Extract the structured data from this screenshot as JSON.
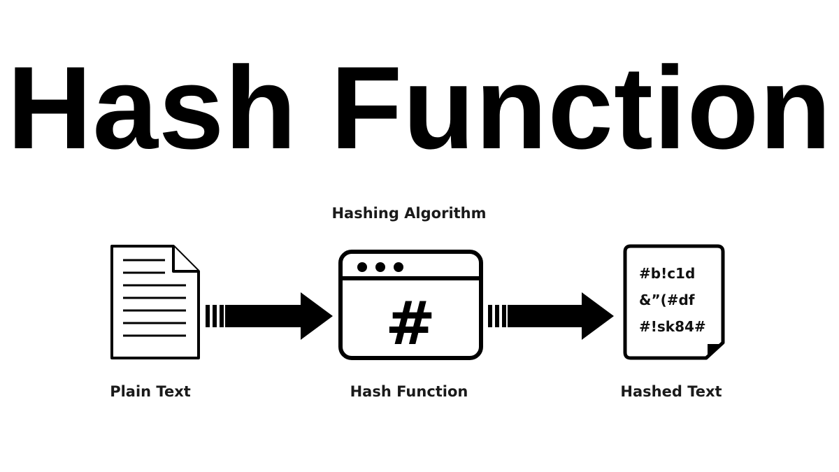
{
  "title": "Hash Function",
  "diagram": {
    "algorithm_label": "Hashing Algorithm",
    "nodes": [
      {
        "id": "plain",
        "label": "Plain Text",
        "icon": "document-icon"
      },
      {
        "id": "hash",
        "label": "Hash Function",
        "icon": "browser-window-hash-icon",
        "symbol": "#"
      },
      {
        "id": "hashed",
        "label": "Hashed Text",
        "icon": "hashed-document-icon",
        "lines": [
          "#b!c1d",
          "&”(#df",
          "#!sk84#"
        ]
      }
    ],
    "arrows": [
      {
        "from": "plain",
        "to": "hash"
      },
      {
        "from": "hash",
        "to": "hashed"
      }
    ]
  },
  "colors": {
    "ink": "#000000",
    "background": "#ffffff"
  }
}
